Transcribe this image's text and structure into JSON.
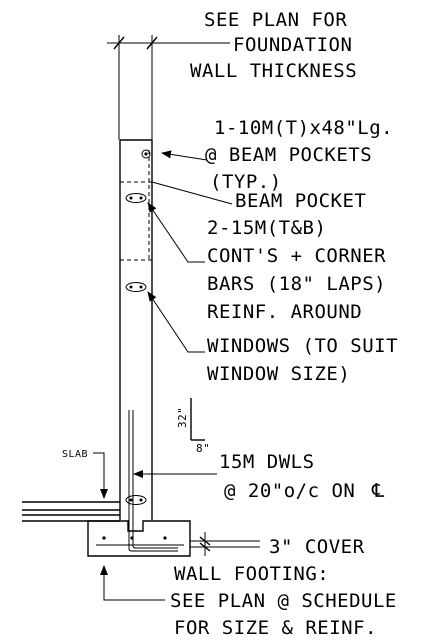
{
  "labels": {
    "plan_line1": "SEE PLAN FOR",
    "plan_line2": "FOUNDATION",
    "plan_line3": "WALL THICKNESS",
    "pockets_line1": "1-10M(T)x48\"Lg.",
    "pockets_line2": "@ BEAM POCKETS",
    "pockets_line3": "(TYP.)",
    "beam_pocket": "BEAM POCKET",
    "bars_line1": "2-15M(T&B)",
    "bars_line2": "CONT'S + CORNER",
    "bars_line3": "BARS (18\" LAPS)",
    "bars_line4": "REINF. AROUND",
    "bars_line5": "WINDOWS (TO SUIT",
    "bars_line6": "WINDOW SIZE)",
    "dim_32": "32\"",
    "dim_8": "8\"",
    "dwls_line1": "15M DWLS",
    "dwls_line2": "@ 20\"o/c ON",
    "centerline_symbol": "℄",
    "slab": "SLAB",
    "cover": "3\" COVER",
    "footing_line1": "WALL FOOTING:",
    "footing_line2": "SEE PLAN @ SCHEDULE",
    "footing_line3": "FOR SIZE & REINF."
  }
}
